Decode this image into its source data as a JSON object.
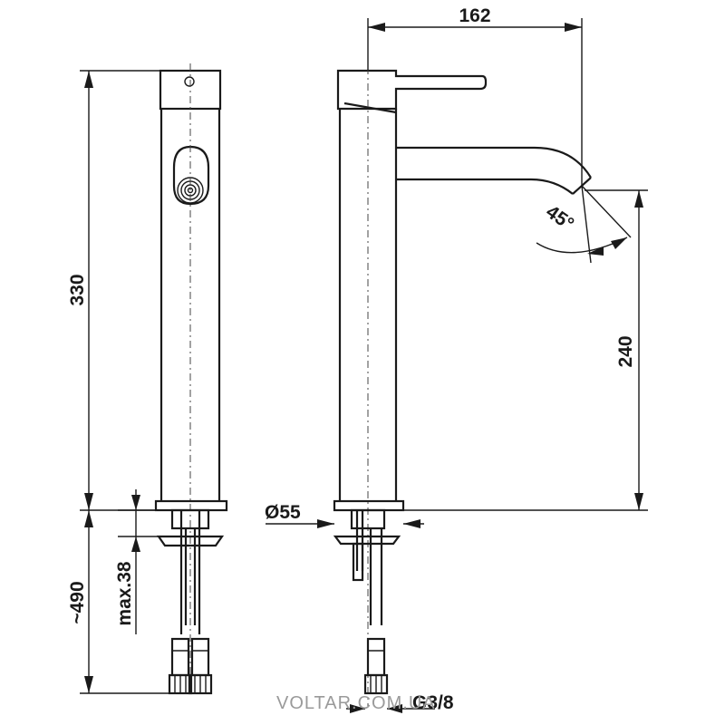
{
  "dimensions": {
    "width_162": "162",
    "height_330": "330",
    "spout_240": "240",
    "hose_490": "~490",
    "deck_max38": "max.38",
    "base_dia55": "Ø55",
    "angle_45": "45°",
    "thread_g38": "G3/8"
  },
  "watermark": "VOLTAR.COM.UA",
  "colors": {
    "line": "#1a1a1a",
    "watermark": "#9a9a9a"
  }
}
